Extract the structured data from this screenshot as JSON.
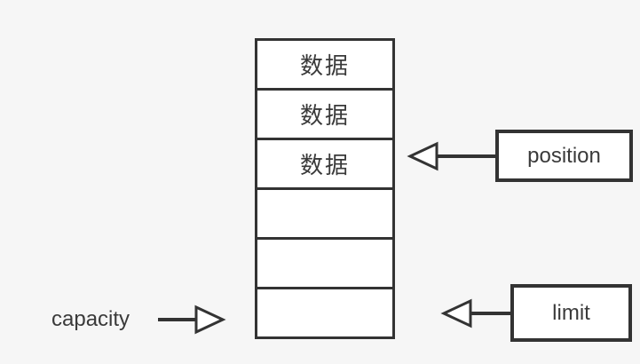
{
  "buffer": {
    "cells": [
      {
        "label": "数据",
        "filled": true
      },
      {
        "label": "数据",
        "filled": true
      },
      {
        "label": "数据",
        "filled": true
      },
      {
        "label": "",
        "filled": false
      },
      {
        "label": "",
        "filled": false
      },
      {
        "label": "",
        "filled": false
      }
    ]
  },
  "pointers": {
    "position": {
      "label": "position",
      "arrow": "hollow-left-arrow",
      "points_to_cell_index": 2
    },
    "limit": {
      "label": "limit",
      "arrow": "hollow-left-arrow",
      "points_to_cell_index": 5
    },
    "capacity": {
      "label": "capacity",
      "arrow": "hollow-right-arrow",
      "points_to_cell_index": 5
    }
  },
  "colors": {
    "background": "#f6f6f6",
    "line": "#333333",
    "cell_fill": "#ffffff",
    "text": "#3a3a3a"
  }
}
